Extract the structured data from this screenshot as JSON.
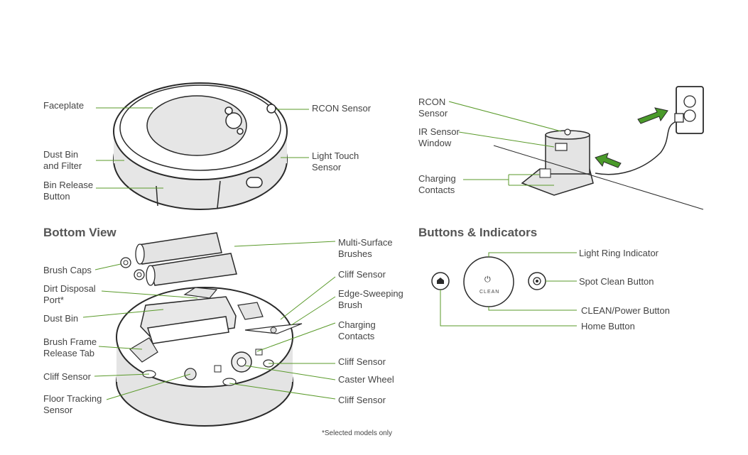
{
  "top_robot": {
    "faceplate": "Faceplate",
    "dust_bin_filter": "Dust Bin\nand Filter",
    "bin_release": "Bin Release\nButton",
    "rcon_sensor": "RCON Sensor",
    "light_touch": "Light Touch\nSensor"
  },
  "dock": {
    "rcon_sensor": "RCON\nSensor",
    "ir_window": "IR Sensor\nWindow",
    "charging_contacts": "Charging\nContacts"
  },
  "bottom_view": {
    "heading": "Bottom View",
    "brush_caps": "Brush Caps",
    "dirt_disposal": "Dirt Disposal\nPort*",
    "dust_bin": "Dust Bin",
    "brush_frame": "Brush Frame\nRelease Tab",
    "cliff_sensor_left": "Cliff Sensor",
    "floor_tracking": "Floor Tracking\nSensor",
    "multi_surface": "Multi-Surface\nBrushes",
    "cliff_sensor_top": "Cliff Sensor",
    "edge_sweeping": "Edge-Sweeping\nBrush",
    "charging_contacts": "Charging\nContacts",
    "cliff_sensor_mid": "Cliff Sensor",
    "caster_wheel": "Caster Wheel",
    "cliff_sensor_bottom": "Cliff Sensor"
  },
  "buttons": {
    "heading": "Buttons & Indicators",
    "light_ring": "Light Ring Indicator",
    "spot_clean": "Spot Clean Button",
    "clean_power": "CLEAN/Power Button",
    "home": "Home Button",
    "clean_label": "CLEAN"
  },
  "footnote": "*Selected models only",
  "colors": {
    "leader_line": "#5a9a2a",
    "arrow_green": "#4a9a2a",
    "outline": "#2a2a2a",
    "body_grey": "#e4e4e4"
  }
}
